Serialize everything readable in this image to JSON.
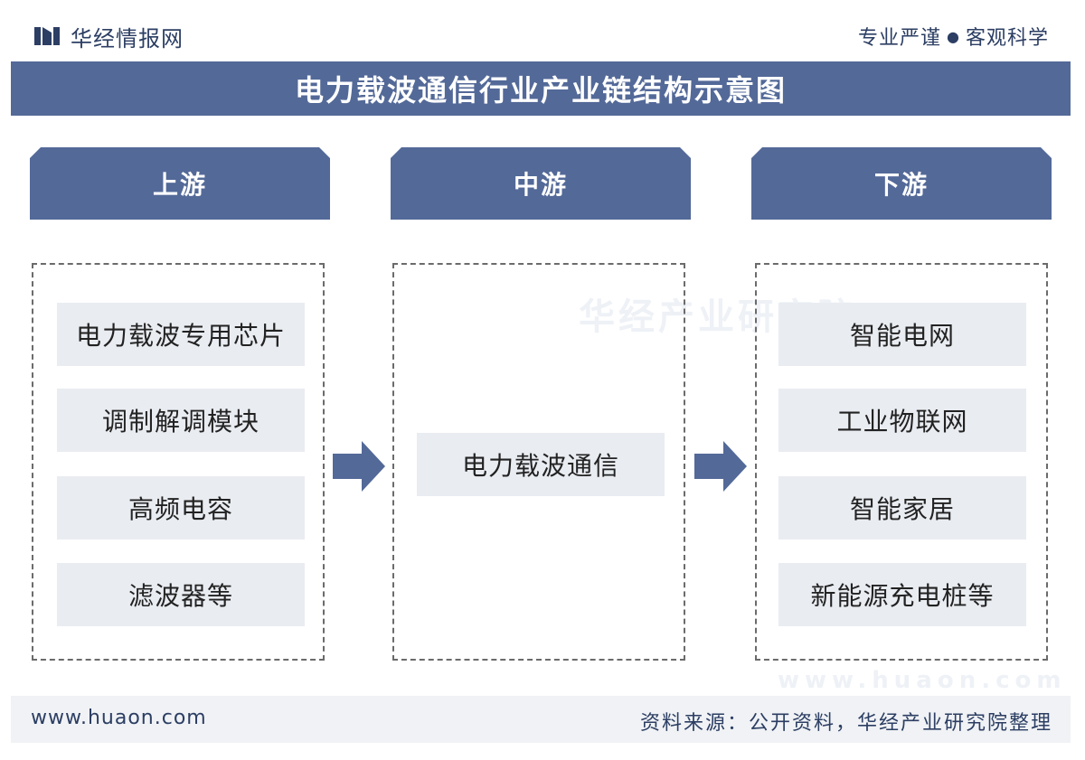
{
  "header": {
    "brand_name": "华经情报网",
    "tagline_left": "专业严谨",
    "tagline_separator": "●",
    "tagline_right": "客观科学"
  },
  "title": "电力载波通信行业产业链结构示意图",
  "upstream": {
    "label": "上游",
    "items": [
      "电力载波专用芯片",
      "调制解调模块",
      "高频电容",
      "滤波器等"
    ]
  },
  "midstream": {
    "label": "中游",
    "items": [
      "电力载波通信"
    ]
  },
  "downstream": {
    "label": "下游",
    "items": [
      "智能电网",
      "工业物联网",
      "智能家居",
      "新能源充电桩等"
    ]
  },
  "watermark": {
    "text": "华经产业研究院",
    "url": "www.huaon.com"
  },
  "footer": {
    "website": "www.huaon.com",
    "source": "资料来源：公开资料，华经产业研究院整理"
  },
  "colors": {
    "primary": "#536998",
    "item_bg": "#e9ecf1",
    "text_dark": "#2c3e63"
  }
}
